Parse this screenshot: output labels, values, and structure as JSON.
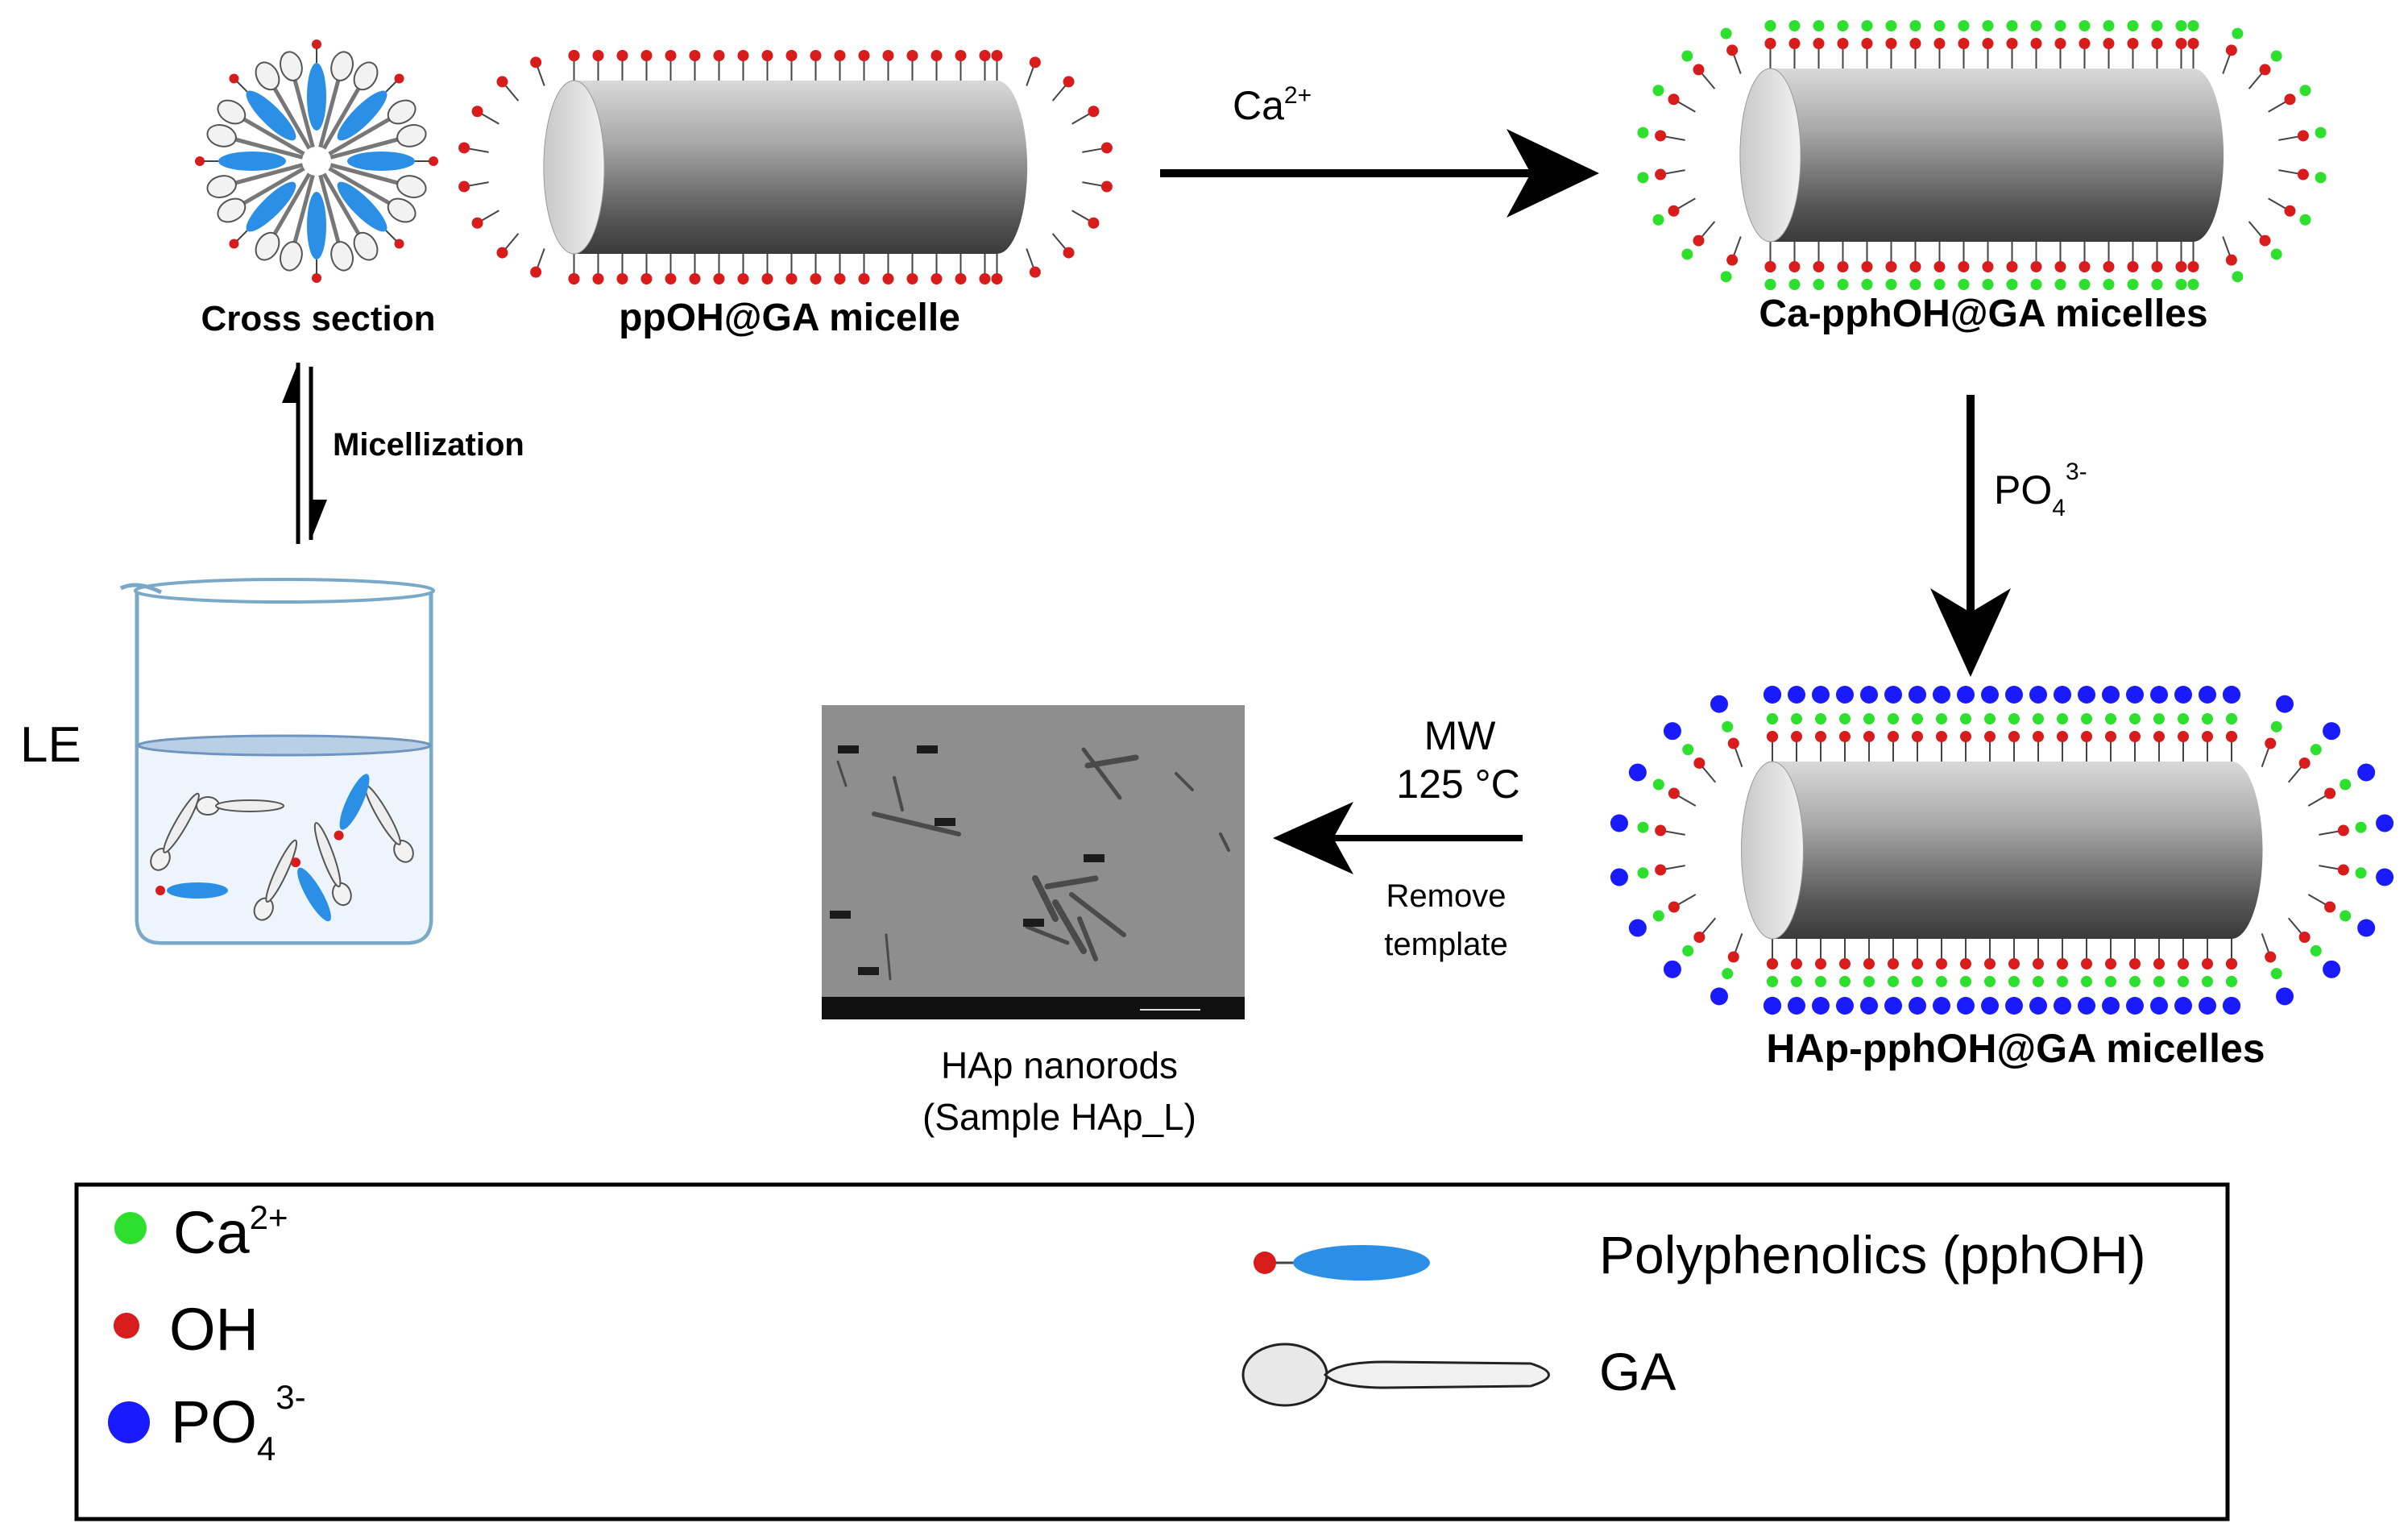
{
  "labels": {
    "cross_section": "Cross section",
    "ppoh_micelle": "ppOH@GA micelle",
    "ca_micelles": "Ca-pphOH@GA micelles",
    "hap_micelles": "HAp-pphOH@GA micelles",
    "micellization": "Micellization",
    "le": "LE",
    "ca_reagent": "Ca",
    "ca_charge": "2+",
    "po4_reagent": "PO",
    "po4_sub": "4",
    "po4_charge": "3-",
    "mw": "MW",
    "temp": "125 °C",
    "remove": "Remove",
    "template": "template",
    "hap_nanorods": "HAp nanorods",
    "sample": "(Sample HAp_L)"
  },
  "legend": {
    "ca_label": "Ca",
    "ca_charge": "2+",
    "oh_label": "OH",
    "po4_label": "PO",
    "po4_sub": "4",
    "po4_charge": "3-",
    "pphoh_label": "Polyphenolics (pphOH)",
    "ga_label": "GA"
  },
  "colors": {
    "ca": "#2ee02e",
    "oh": "#d81b1b",
    "po4": "#1a1aff",
    "pphoh": "#2b8fe6",
    "arrow": "#000000",
    "tem_bg": "#8e8e8e"
  }
}
